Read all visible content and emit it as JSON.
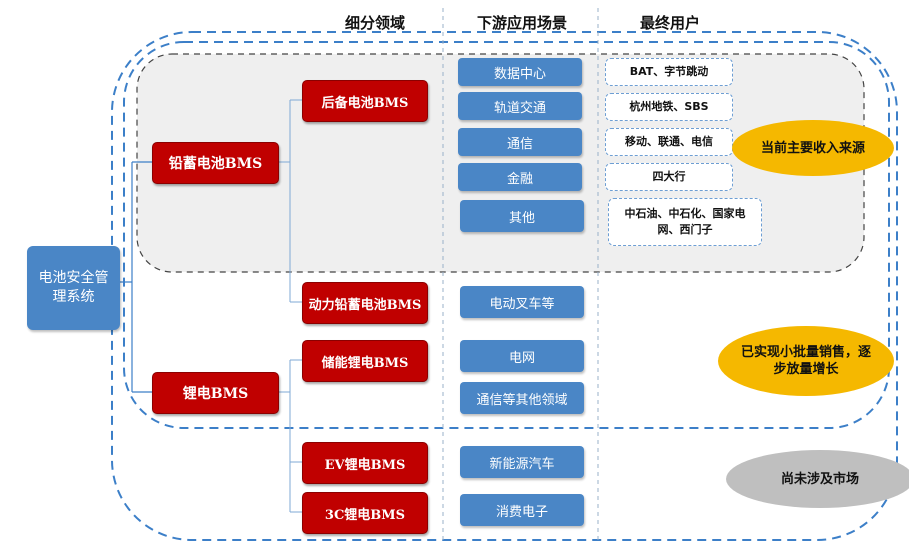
{
  "headers": {
    "segment": "细分领域",
    "downstream": "下游应用场景",
    "end_users": "最终用户"
  },
  "root": "电池安全管理系统",
  "level1": {
    "lead_acid": "铅蓄电池BMS",
    "lithium": "锂电BMS"
  },
  "level2": {
    "backup": "后备电池BMS",
    "power_lead": "动力铅蓄电池BMS",
    "storage_li": "储能锂电BMS",
    "ev_li": "EV锂电BMS",
    "c3_li": "3C锂电BMS"
  },
  "scenarios": {
    "data_center": "数据中心",
    "rail": "轨道交通",
    "telecom": "通信",
    "finance": "金融",
    "other": "其他",
    "forklift": "电动叉车等",
    "grid": "电网",
    "telecom_other": "通信等其他领域",
    "nev": "新能源汽车",
    "consumer": "消费电子"
  },
  "users": {
    "data_center": "BAT、字节跳动",
    "rail": "杭州地铁、SBS",
    "telecom": "移动、联通、电信",
    "finance": "四大行",
    "other": "中石油、中石化、国家电网、西门子"
  },
  "status": {
    "current": "当前主要收入来源",
    "small_batch": "已实现小批量销售，逐步放量增长",
    "not_entered": "尚未涉及市场"
  },
  "colors": {
    "red": "#c00000",
    "blue": "#4a86c6",
    "dashed": "#3c7fc8",
    "gold": "#f5b800",
    "gray": "#bfbfbf"
  }
}
